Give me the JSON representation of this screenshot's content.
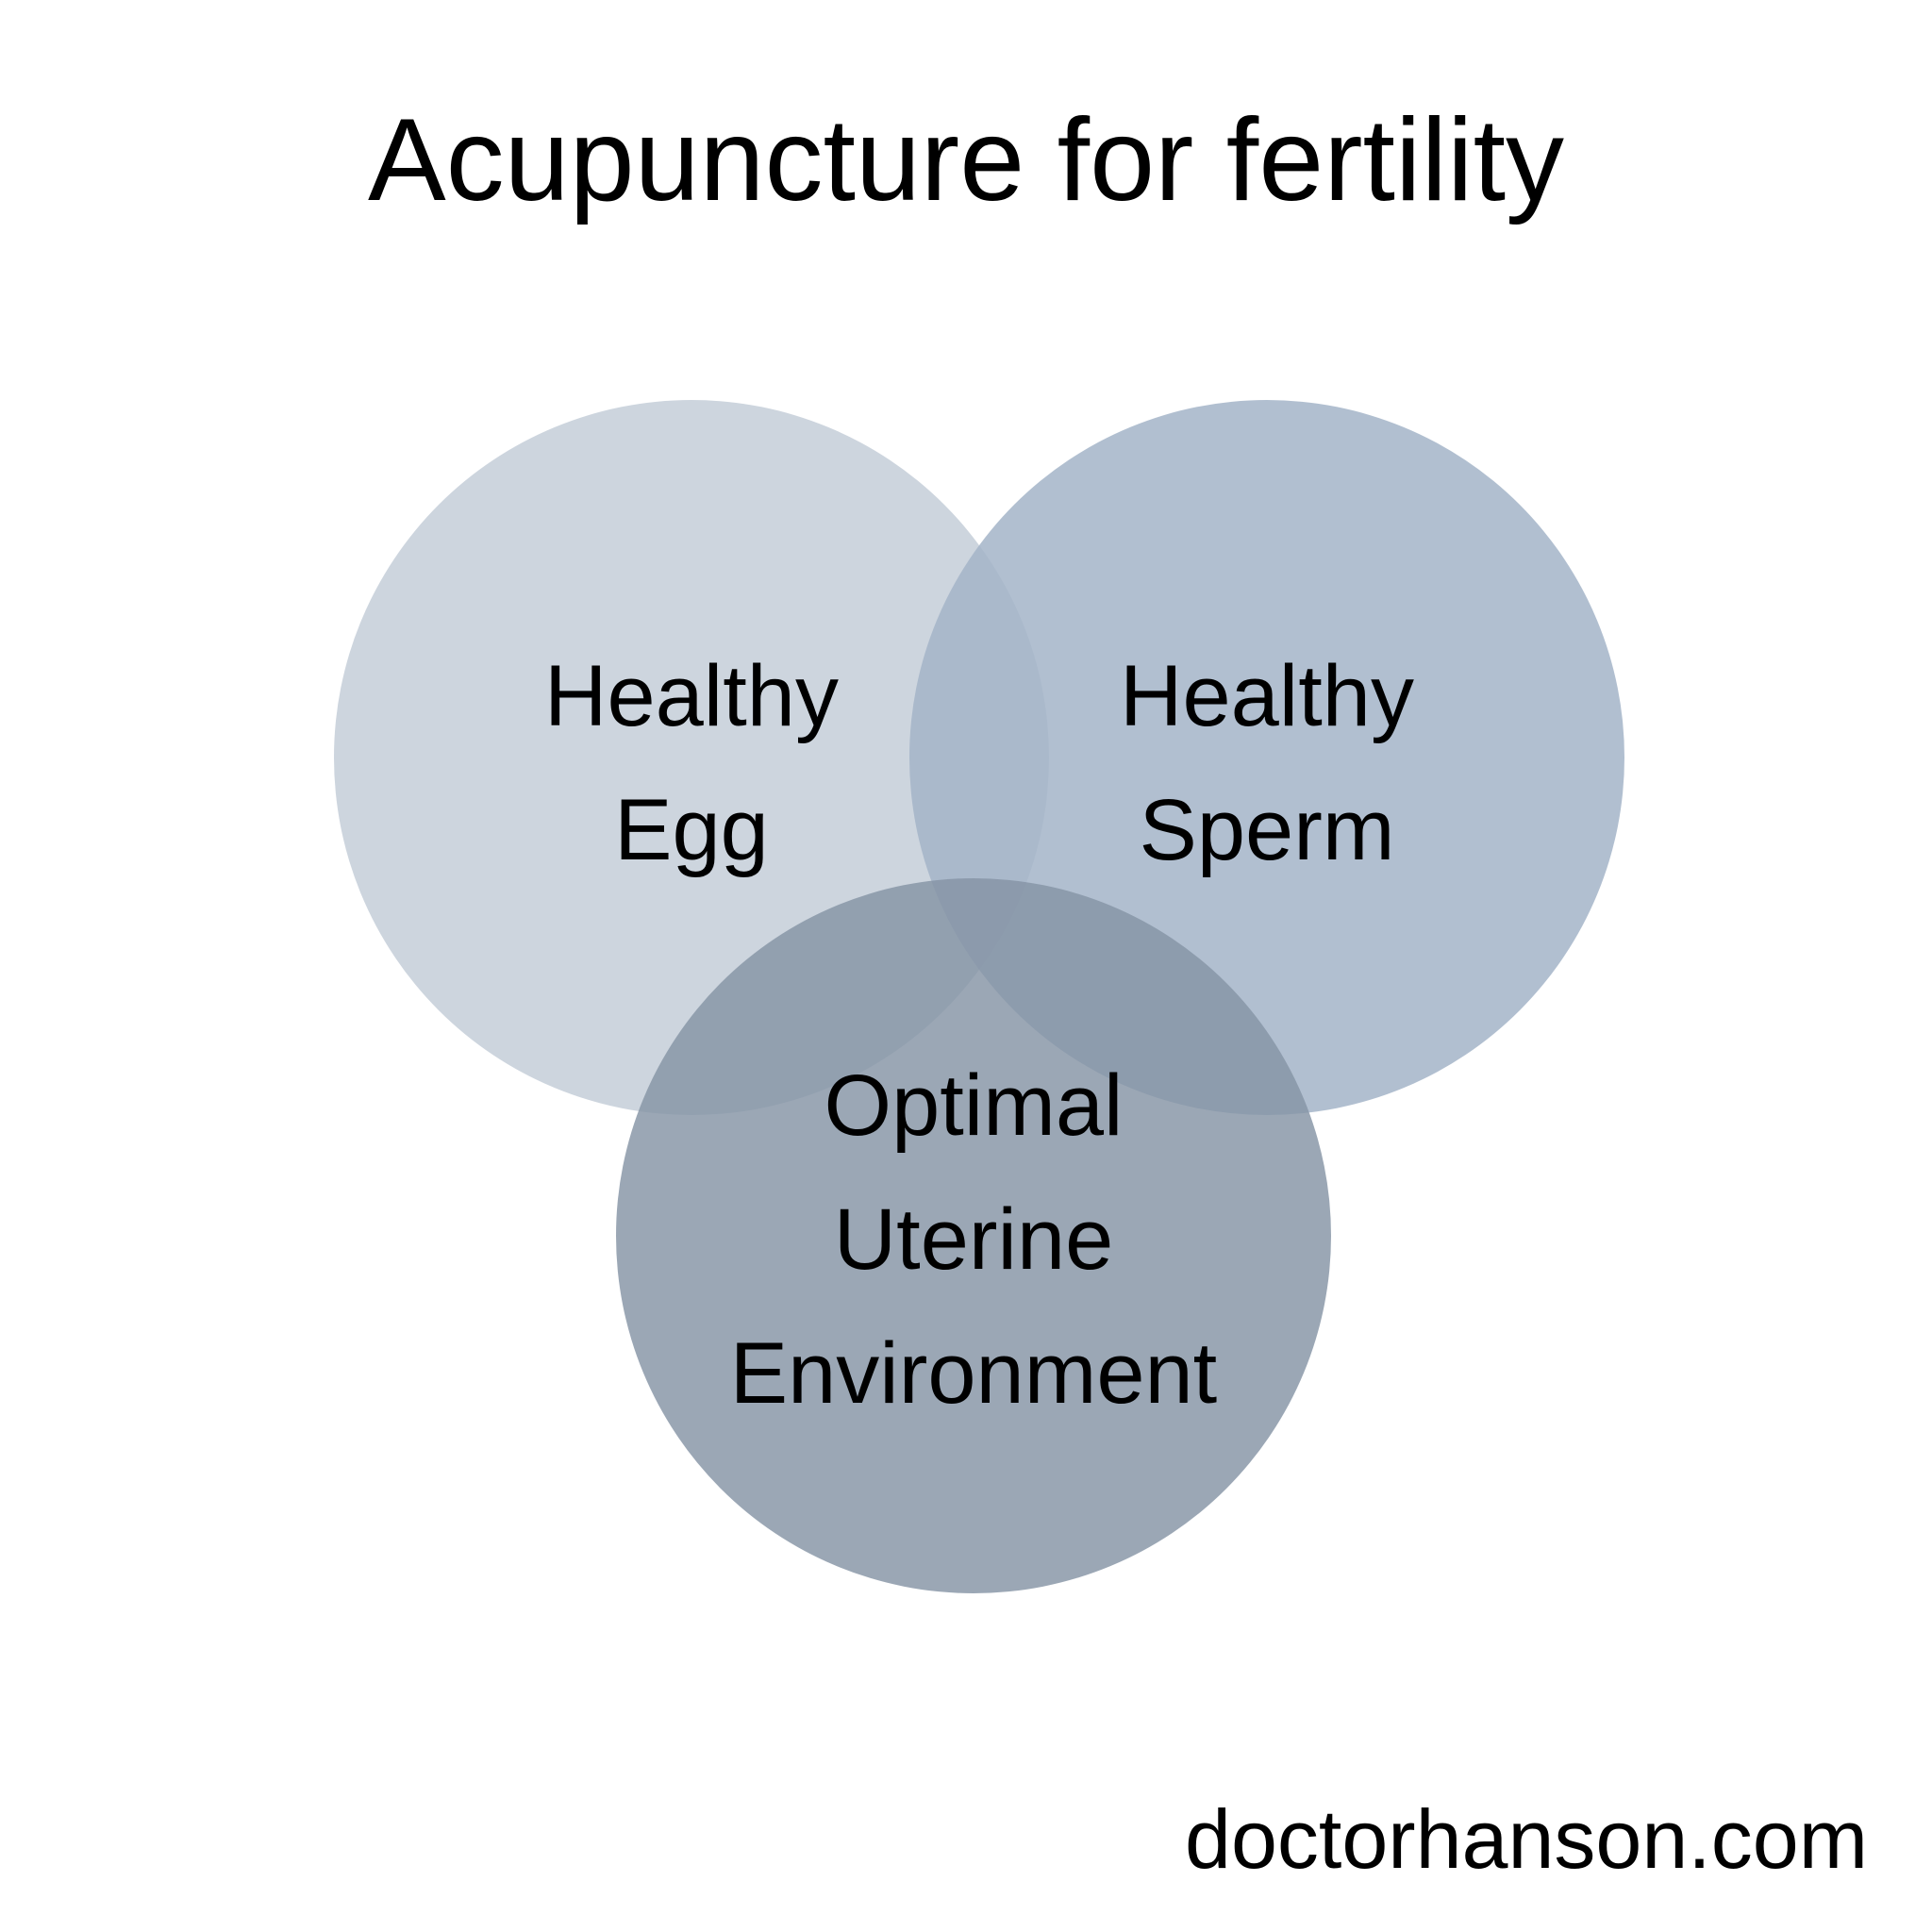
{
  "title": "Acupuncture for fertility",
  "footer": "doctorhanson.com",
  "colors": {
    "background": "#ffffff",
    "circle_left": "#cdd5de",
    "circle_right": "#b0bfd0",
    "circle_bottom": "#98a4b1",
    "overlap": "#8e9dab",
    "text": "#000000"
  },
  "venn": {
    "circles": [
      {
        "id": "left",
        "line1": "Healthy",
        "line2": "Egg"
      },
      {
        "id": "right",
        "line1": "Healthy",
        "line2": "Sperm"
      },
      {
        "id": "bottom",
        "line1": "Optimal",
        "line2": "Uterine",
        "line3": "Environment"
      }
    ]
  }
}
